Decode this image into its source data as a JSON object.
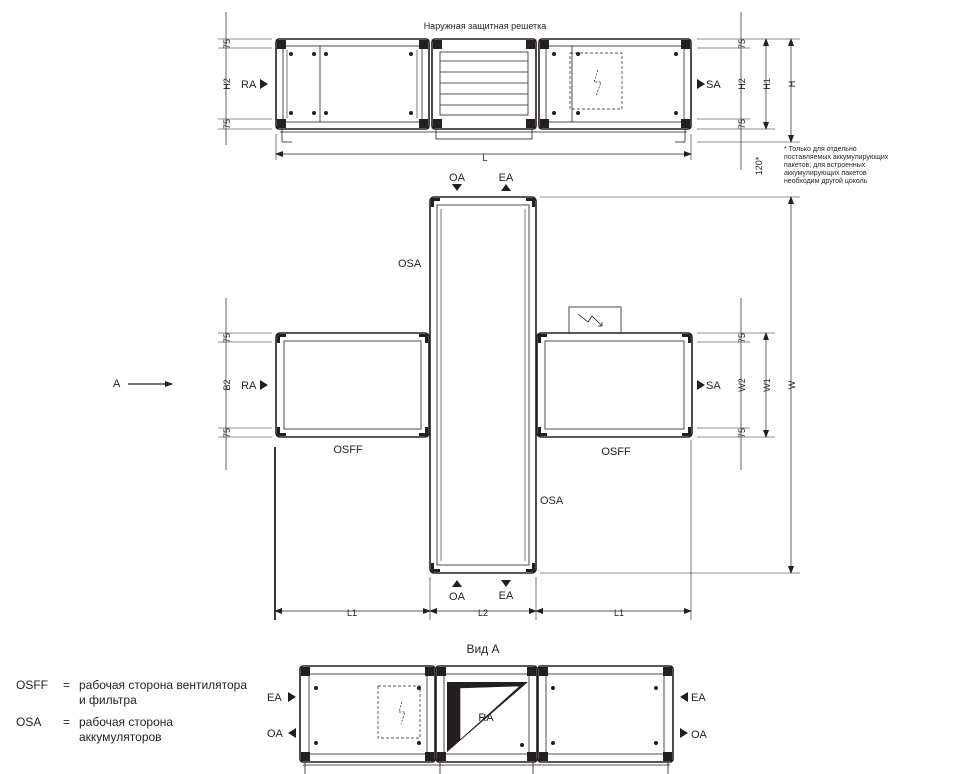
{
  "top_view": {
    "grille_label": "Наружная защитная решетка",
    "ra_label": "RA",
    "sa_label": "SA",
    "dim_75": "75",
    "dim_h2": "H2",
    "dim_h1": "H1",
    "dim_h": "H",
    "dim_l": "L",
    "dim_120": "120*",
    "footnote": [
      "* Только для отдельно",
      "поставляемых аккумулирующих",
      "пакетов; для встроенных",
      "аккумулирующих пакетов",
      "необходим другой цоколь"
    ]
  },
  "plan_view": {
    "oa_label": "OA",
    "ea_label": "EA",
    "osa_label": "OSA",
    "osff_label": "OSFF",
    "ra_label": "RA",
    "sa_label": "SA",
    "a_label": "A",
    "dim_75": "75",
    "dim_b2": "B2",
    "dim_w2": "W2",
    "dim_w1": "W1",
    "dim_w": "W",
    "dim_l1": "L1",
    "dim_l2": "L2"
  },
  "view_a": {
    "title": "Вид A",
    "ra_label": "RA",
    "ea_label": "EA",
    "oa_label": "OA"
  },
  "legend": [
    {
      "abbr": "OSFF",
      "eq": "=",
      "lines": [
        "рабочая сторона вентилятора",
        "и фильтра"
      ]
    },
    {
      "abbr": "OSA",
      "eq": "=",
      "lines": [
        "рабочая сторона",
        "аккумуляторов"
      ]
    }
  ],
  "colors": {
    "line": "#231f20",
    "fill": "#ffffff",
    "gray": "#bcbec0"
  }
}
